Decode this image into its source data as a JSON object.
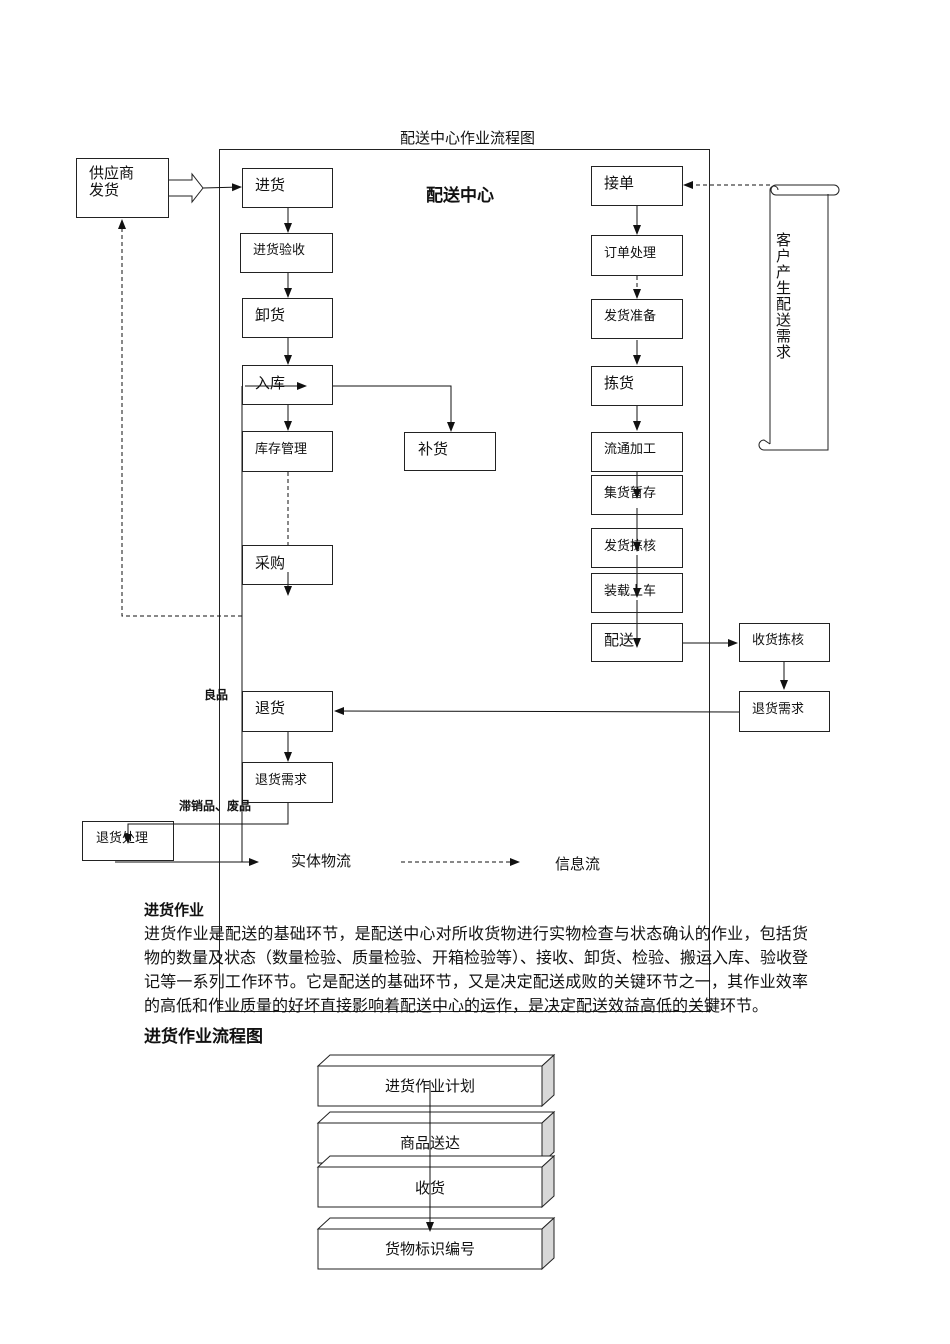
{
  "diagram": {
    "title": "配送中心作业流程图",
    "center_label": "配送中心",
    "supplier": "供应商\n发货",
    "customer": "客户产生配送需求",
    "left_column": [
      "进货",
      "进货验收",
      "卸货",
      "入库",
      "库存管理",
      "采购"
    ],
    "replenish": "补货",
    "right_column": [
      "接单",
      "订单处理",
      "发货准备",
      "拣货",
      "流通加工",
      "集货暂存",
      "发货拣核",
      "装载上车",
      "配送"
    ],
    "receive_check": "收货拣核",
    "return_demand_right": "退货需求",
    "return": "退货",
    "return_demand": "退货需求",
    "return_process": "退货处理",
    "good_label": "良品",
    "slow_label": "滞销品、废品",
    "legend": {
      "physical": "实体物流",
      "info": "信息流"
    }
  },
  "section": {
    "heading": "进货作业",
    "paragraph": "进货作业是配送的基础环节，是配送中心对所收货物进行实物检查与状态确认的作业，包括货物的数量及状态（数量检验、质量检验、开箱检验等）、接收、卸货、检验、搬运入库、验收登记等一系列工作环节。它是配送的基础环节，又是决定配送成败的关键环节之一，其作业效率的高低和作业质量的好坏直接影响着配送中心的运作，是决定配送效益高低的关键环节。",
    "chart_heading": "进货作业流程图",
    "steps": [
      "进货作业计划",
      "商品送达",
      "收货",
      "货物标识编号"
    ]
  }
}
